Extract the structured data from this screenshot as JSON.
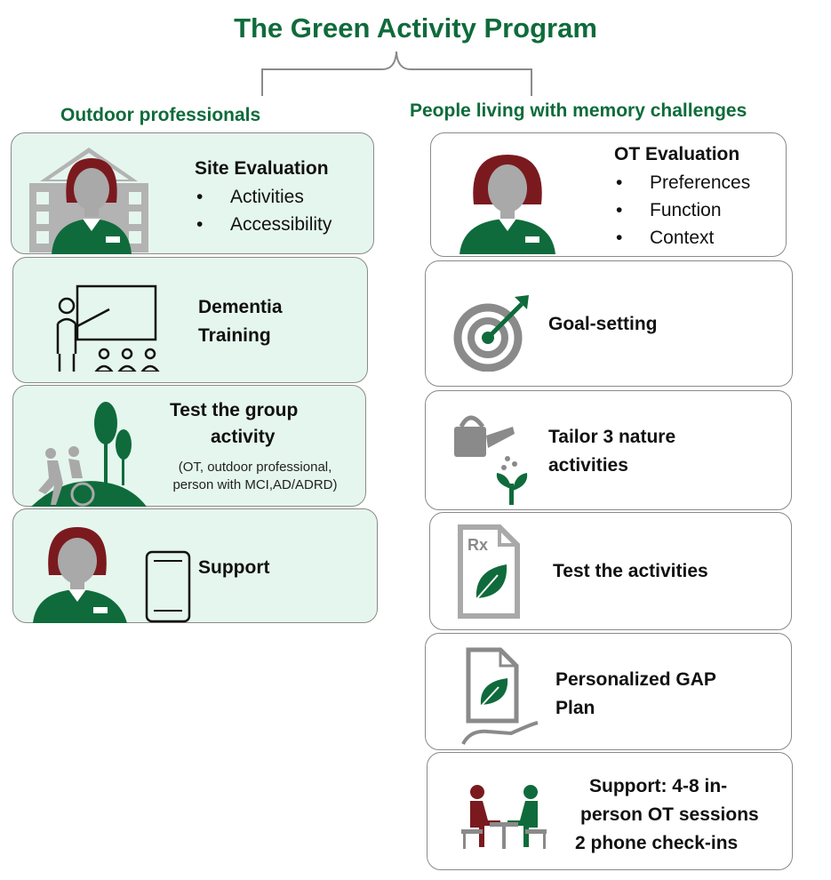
{
  "title": "The Green Activity Program",
  "left_heading": "Outdoor professionals",
  "right_heading": "People living with memory challenges",
  "colors": {
    "brand_green": "#0f6b3b",
    "maroon": "#7a1a1f",
    "panel_green": "#e5f6ee",
    "gray": "#8a8a8a"
  },
  "left": {
    "site": {
      "title": "Site Evaluation",
      "items": [
        "Activities",
        "Accessibility"
      ],
      "bullet": "•"
    },
    "training": {
      "line1": "Dementia",
      "line2": "Training"
    },
    "test": {
      "line1": "Test the group",
      "line2": "activity",
      "sub1": "(OT, outdoor professional,",
      "sub2": "person with MCI,AD/ADRD)"
    },
    "support": {
      "label": "Support"
    }
  },
  "right": {
    "ot": {
      "title": "OT Evaluation",
      "items": [
        "Preferences",
        "Function",
        "Context"
      ],
      "bullet": "•"
    },
    "goal": {
      "label": "Goal-setting"
    },
    "tailor": {
      "line1": "Tailor 3 nature",
      "line2": "activities"
    },
    "testact": {
      "label": "Test the activities",
      "rx": "Rx"
    },
    "plan": {
      "line1": "Personalized GAP",
      "line2": "Plan"
    },
    "support": {
      "line1": "Support: 4-8 in-",
      "line2": "person OT sessions",
      "line3": "2 phone check-ins"
    }
  }
}
